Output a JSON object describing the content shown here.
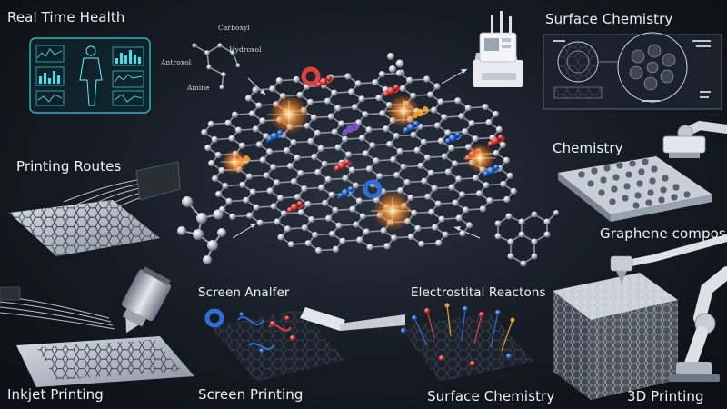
{
  "labels": {
    "real_time_health": "Real Time Health",
    "surface_chemistry_top": "Surface Chemistry",
    "printing_routes": "Printing Routes",
    "chemistry": "Chemistry",
    "graphene_composite": "Graphene composite",
    "screen_analfer": "Screen Analfer",
    "electrostital_reactons": "Electrostital Reactons",
    "inkjet_printing": "Inkjet Printing",
    "screen_printing": "Screen Printing",
    "surface_chemistry_bottom": "Surface Chemistry",
    "printing_3d": "3D Printing"
  },
  "functional_groups": {
    "carboxyl": "Carboxyl",
    "hydroxyl": "Hydroxol",
    "antioxol": "Antroxol",
    "amine": "Amine"
  },
  "colors": {
    "background": "#161b23",
    "carbon_atom": "#c9ced6",
    "oxygen_group": "#e04040",
    "nitrogen_group": "#2f6fd8",
    "sulfur_group": "#e8a030",
    "glow": "#ff9a3a",
    "hud_cyan": "#2fd6e0"
  }
}
